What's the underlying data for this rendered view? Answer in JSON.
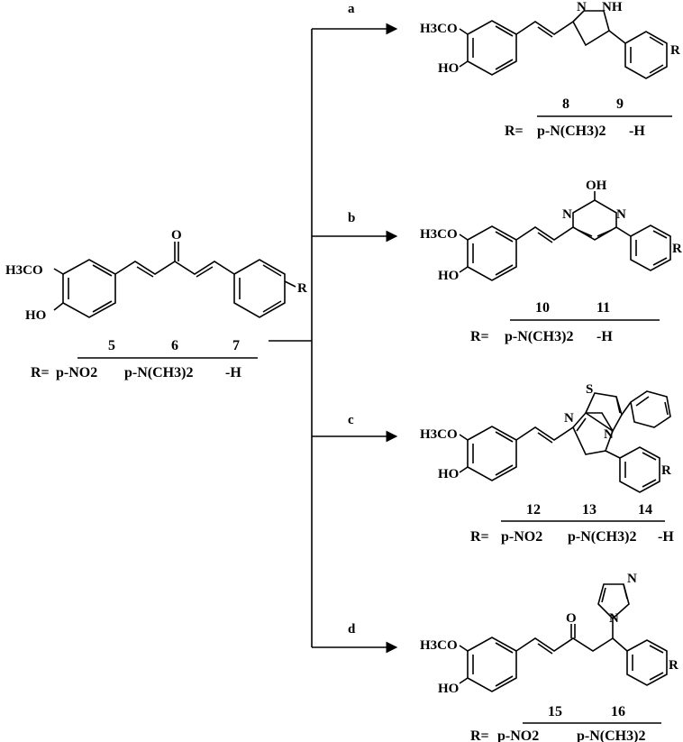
{
  "start": {
    "substituent_label": "H3CO",
    "hydroxy_label": "HO",
    "carbonyl": "O",
    "r_label": "R",
    "r_prefix": "R=",
    "compounds": [
      "5",
      "6",
      "7"
    ],
    "r_values": [
      "p-NO2",
      "p-N(CH3)2",
      "-H"
    ]
  },
  "steps": [
    "a",
    "b",
    "c",
    "d"
  ],
  "products": [
    {
      "id": "a",
      "ring_atoms": [
        "N",
        "NH"
      ],
      "compounds": [
        "8",
        "9"
      ],
      "r_values": [
        "p-N(CH3)2",
        "-H"
      ]
    },
    {
      "id": "b",
      "ring_atoms": [
        "OH",
        "N",
        "N"
      ],
      "compounds": [
        "10",
        "11"
      ],
      "r_values": [
        "p-N(CH3)2",
        "-H"
      ]
    },
    {
      "id": "c",
      "ring_atoms": [
        "S",
        "N",
        "N"
      ],
      "compounds": [
        "12",
        "13",
        "14"
      ],
      "r_values": [
        "p-NO2",
        "p-N(CH3)2",
        "-H"
      ]
    },
    {
      "id": "d",
      "ring_atoms": [
        "N",
        "N",
        "O"
      ],
      "compounds": [
        "15",
        "16"
      ],
      "r_values": [
        "p-NO2",
        "p-N(CH3)2"
      ]
    }
  ]
}
